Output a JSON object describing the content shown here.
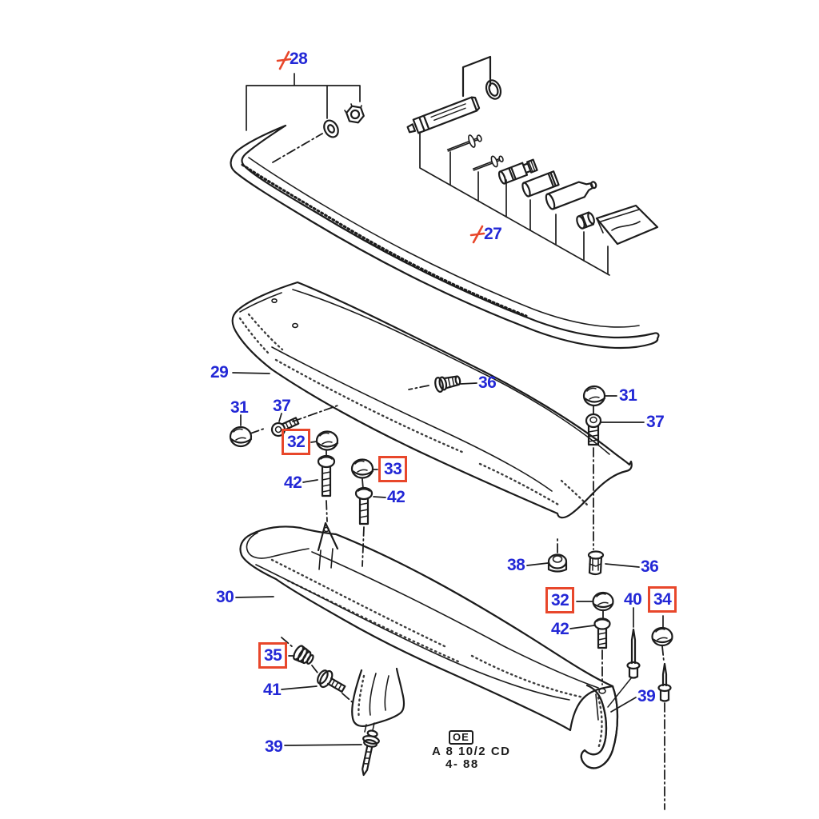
{
  "diagram": {
    "kind_note": "exploded parts diagram - rear bumper mouldings and fasteners",
    "colors": {
      "callout_blue": "#2328d6",
      "highlight_red": "#e8472b",
      "line_black": "#1c1c1c",
      "background": "#ffffff"
    },
    "callouts": {
      "c27": {
        "label": "27",
        "modified_marker": true,
        "highlighted": false
      },
      "c28": {
        "label": "28",
        "modified_marker": true,
        "highlighted": false
      },
      "c29": {
        "label": "29",
        "modified_marker": false,
        "highlighted": false
      },
      "c30": {
        "label": "30",
        "modified_marker": false,
        "highlighted": false
      },
      "c31_left": {
        "label": "31",
        "modified_marker": false,
        "highlighted": false
      },
      "c31_right": {
        "label": "31",
        "modified_marker": false,
        "highlighted": false
      },
      "c32_left": {
        "label": "32",
        "modified_marker": false,
        "highlighted": true
      },
      "c32_right": {
        "label": "32",
        "modified_marker": false,
        "highlighted": true
      },
      "c33": {
        "label": "33",
        "modified_marker": false,
        "highlighted": true
      },
      "c34": {
        "label": "34",
        "modified_marker": false,
        "highlighted": true
      },
      "c35": {
        "label": "35",
        "modified_marker": false,
        "highlighted": true
      },
      "c36_top": {
        "label": "36",
        "modified_marker": false,
        "highlighted": false
      },
      "c36_right": {
        "label": "36",
        "modified_marker": false,
        "highlighted": false
      },
      "c37_left": {
        "label": "37",
        "modified_marker": false,
        "highlighted": false
      },
      "c37_right": {
        "label": "37",
        "modified_marker": false,
        "highlighted": false
      },
      "c38": {
        "label": "38",
        "modified_marker": false,
        "highlighted": false
      },
      "c39_right": {
        "label": "39",
        "modified_marker": false,
        "highlighted": false
      },
      "c39_bottom": {
        "label": "39",
        "modified_marker": false,
        "highlighted": false
      },
      "c40": {
        "label": "40",
        "modified_marker": false,
        "highlighted": false
      },
      "c41": {
        "label": "41",
        "modified_marker": false,
        "highlighted": false
      },
      "c42_left": {
        "label": "42",
        "modified_marker": false,
        "highlighted": false
      },
      "c42_mid": {
        "label": "42",
        "modified_marker": false,
        "highlighted": false
      },
      "c42_right": {
        "label": "42",
        "modified_marker": false,
        "highlighted": false
      }
    },
    "footer": {
      "oe_mark": "OE",
      "catalog_code": "A 8 10/2 CD",
      "date_code": "4- 88"
    }
  }
}
